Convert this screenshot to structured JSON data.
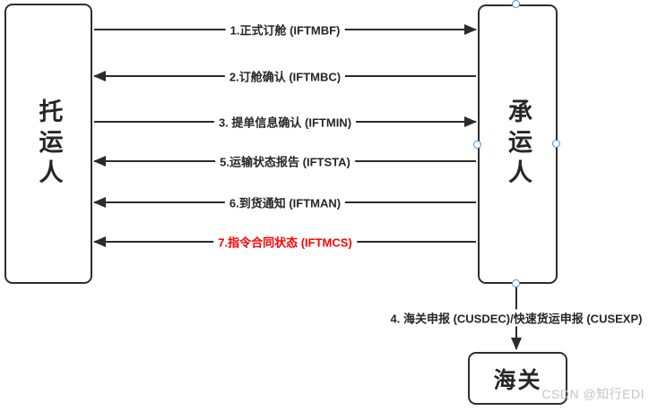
{
  "boxes": {
    "shipper": "托运人",
    "carrier": "承运人",
    "customs": "海关"
  },
  "messages": [
    {
      "label": "1.正式订舱 (IFTMBF)",
      "from": "shipper",
      "to": "carrier"
    },
    {
      "label": "2.订舱确认 (IFTMBC)",
      "from": "carrier",
      "to": "shipper"
    },
    {
      "label": "3. 提单信息确认 (IFTMIN)",
      "from": "shipper",
      "to": "carrier"
    },
    {
      "label": "5.运输状态报告 (IFTSTA)",
      "from": "carrier",
      "to": "shipper"
    },
    {
      "label": "6.到货通知 (IFTMAN)",
      "from": "carrier",
      "to": "shipper"
    },
    {
      "label": "7.指令合同状态 (IFTMCS)",
      "from": "carrier",
      "to": "shipper",
      "color": "#ff0000"
    },
    {
      "label": "4. 海关申报 (CUSDEC)/快速货运申报 (CUSEXP)",
      "from": "carrier",
      "to": "customs"
    }
  ],
  "watermark": "CSDN @知行EDI",
  "colors": {
    "line": "#2b2b2b",
    "box_border": "#2e2e2e",
    "label_text": "#262626",
    "highlight_red": "#ff0000",
    "handle_blue": "#4a90e2",
    "watermark_gray": "#c3c3c3"
  }
}
